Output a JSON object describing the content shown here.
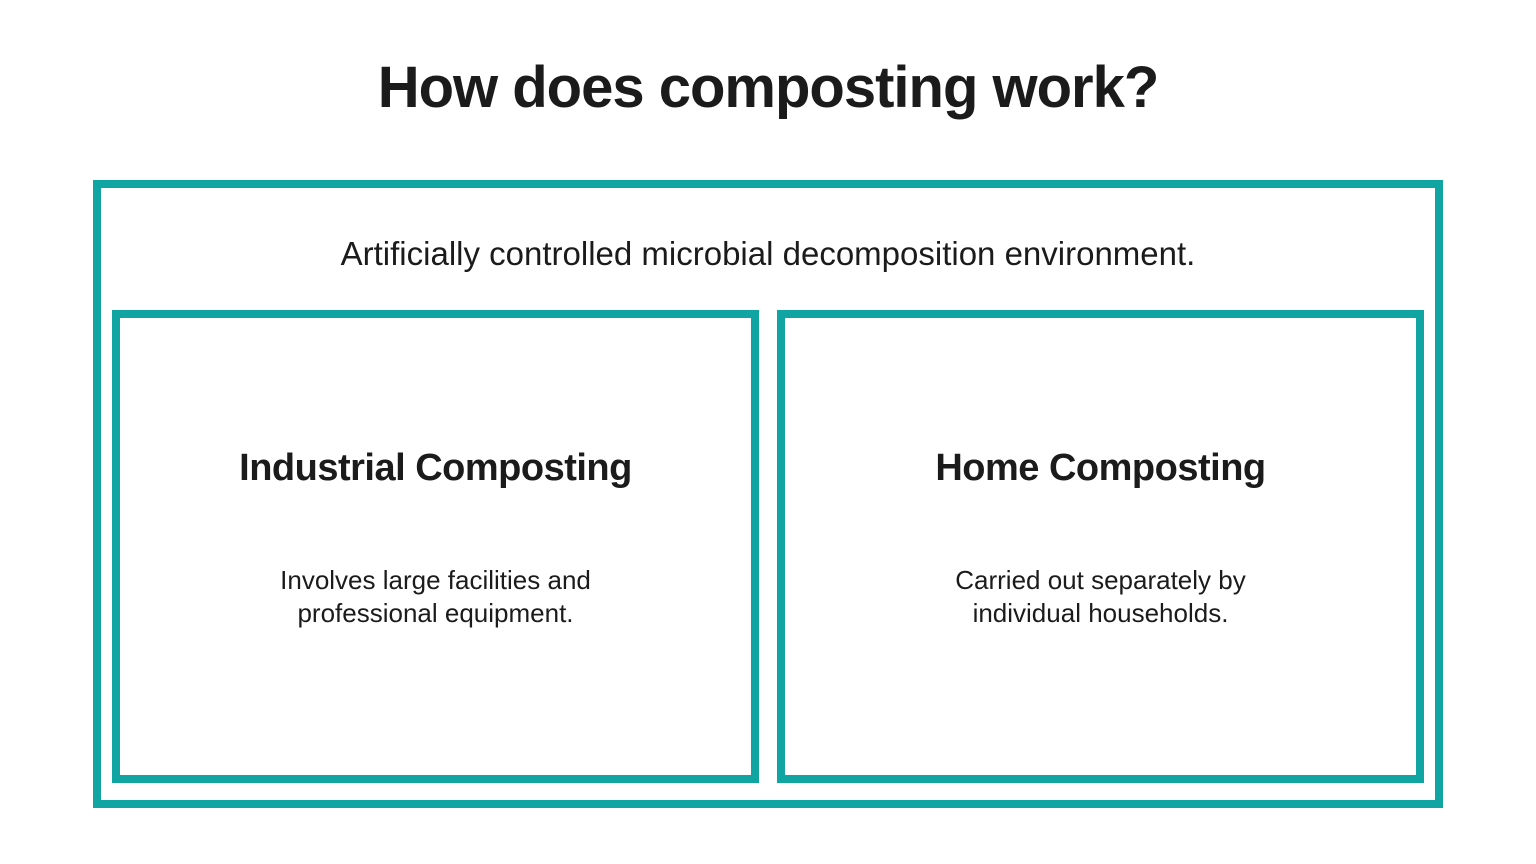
{
  "page": {
    "title": "How does composting work?",
    "background_color": "#ffffff",
    "accent_color": "#10a5a3",
    "text_color": "#1b1b1b"
  },
  "diagram": {
    "description": "Artificially controlled microbial decomposition environment.",
    "cards": [
      {
        "heading": "Industrial Composting",
        "body_lines": [
          "Involves large facilities and",
          "professional equipment."
        ]
      },
      {
        "heading": "Home Composting",
        "body_lines": [
          "Carried out separately by",
          "individual households."
        ]
      }
    ]
  }
}
